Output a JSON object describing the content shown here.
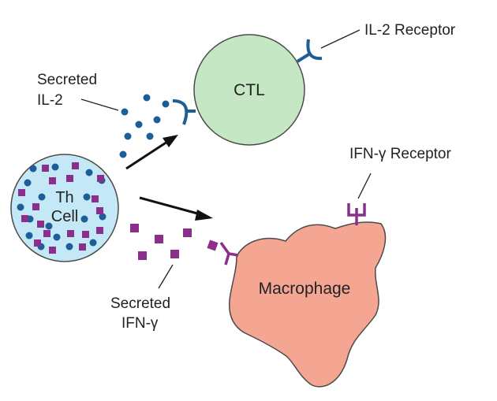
{
  "labels": {
    "ctl": "CTL",
    "th_line1": "Th",
    "th_line2": "Cell",
    "macrophage": "Macrophage",
    "il2_receptor": "IL-2 Receptor",
    "ifn_receptor": "IFN-γ Receptor",
    "secreted_il2_line1": "Secreted",
    "secreted_il2_line2": "IL-2",
    "secreted_ifn_line1": "Secreted",
    "secreted_ifn_line2": "IFN-γ"
  },
  "colors": {
    "ctl_fill": "#c6e7c3",
    "th_fill": "#c5e8f6",
    "macrophage_fill": "#f4a693",
    "il2": "#1d5e96",
    "ifn": "#8a2f8c",
    "outline": "#4a4a4a",
    "arrow": "#111111"
  }
}
